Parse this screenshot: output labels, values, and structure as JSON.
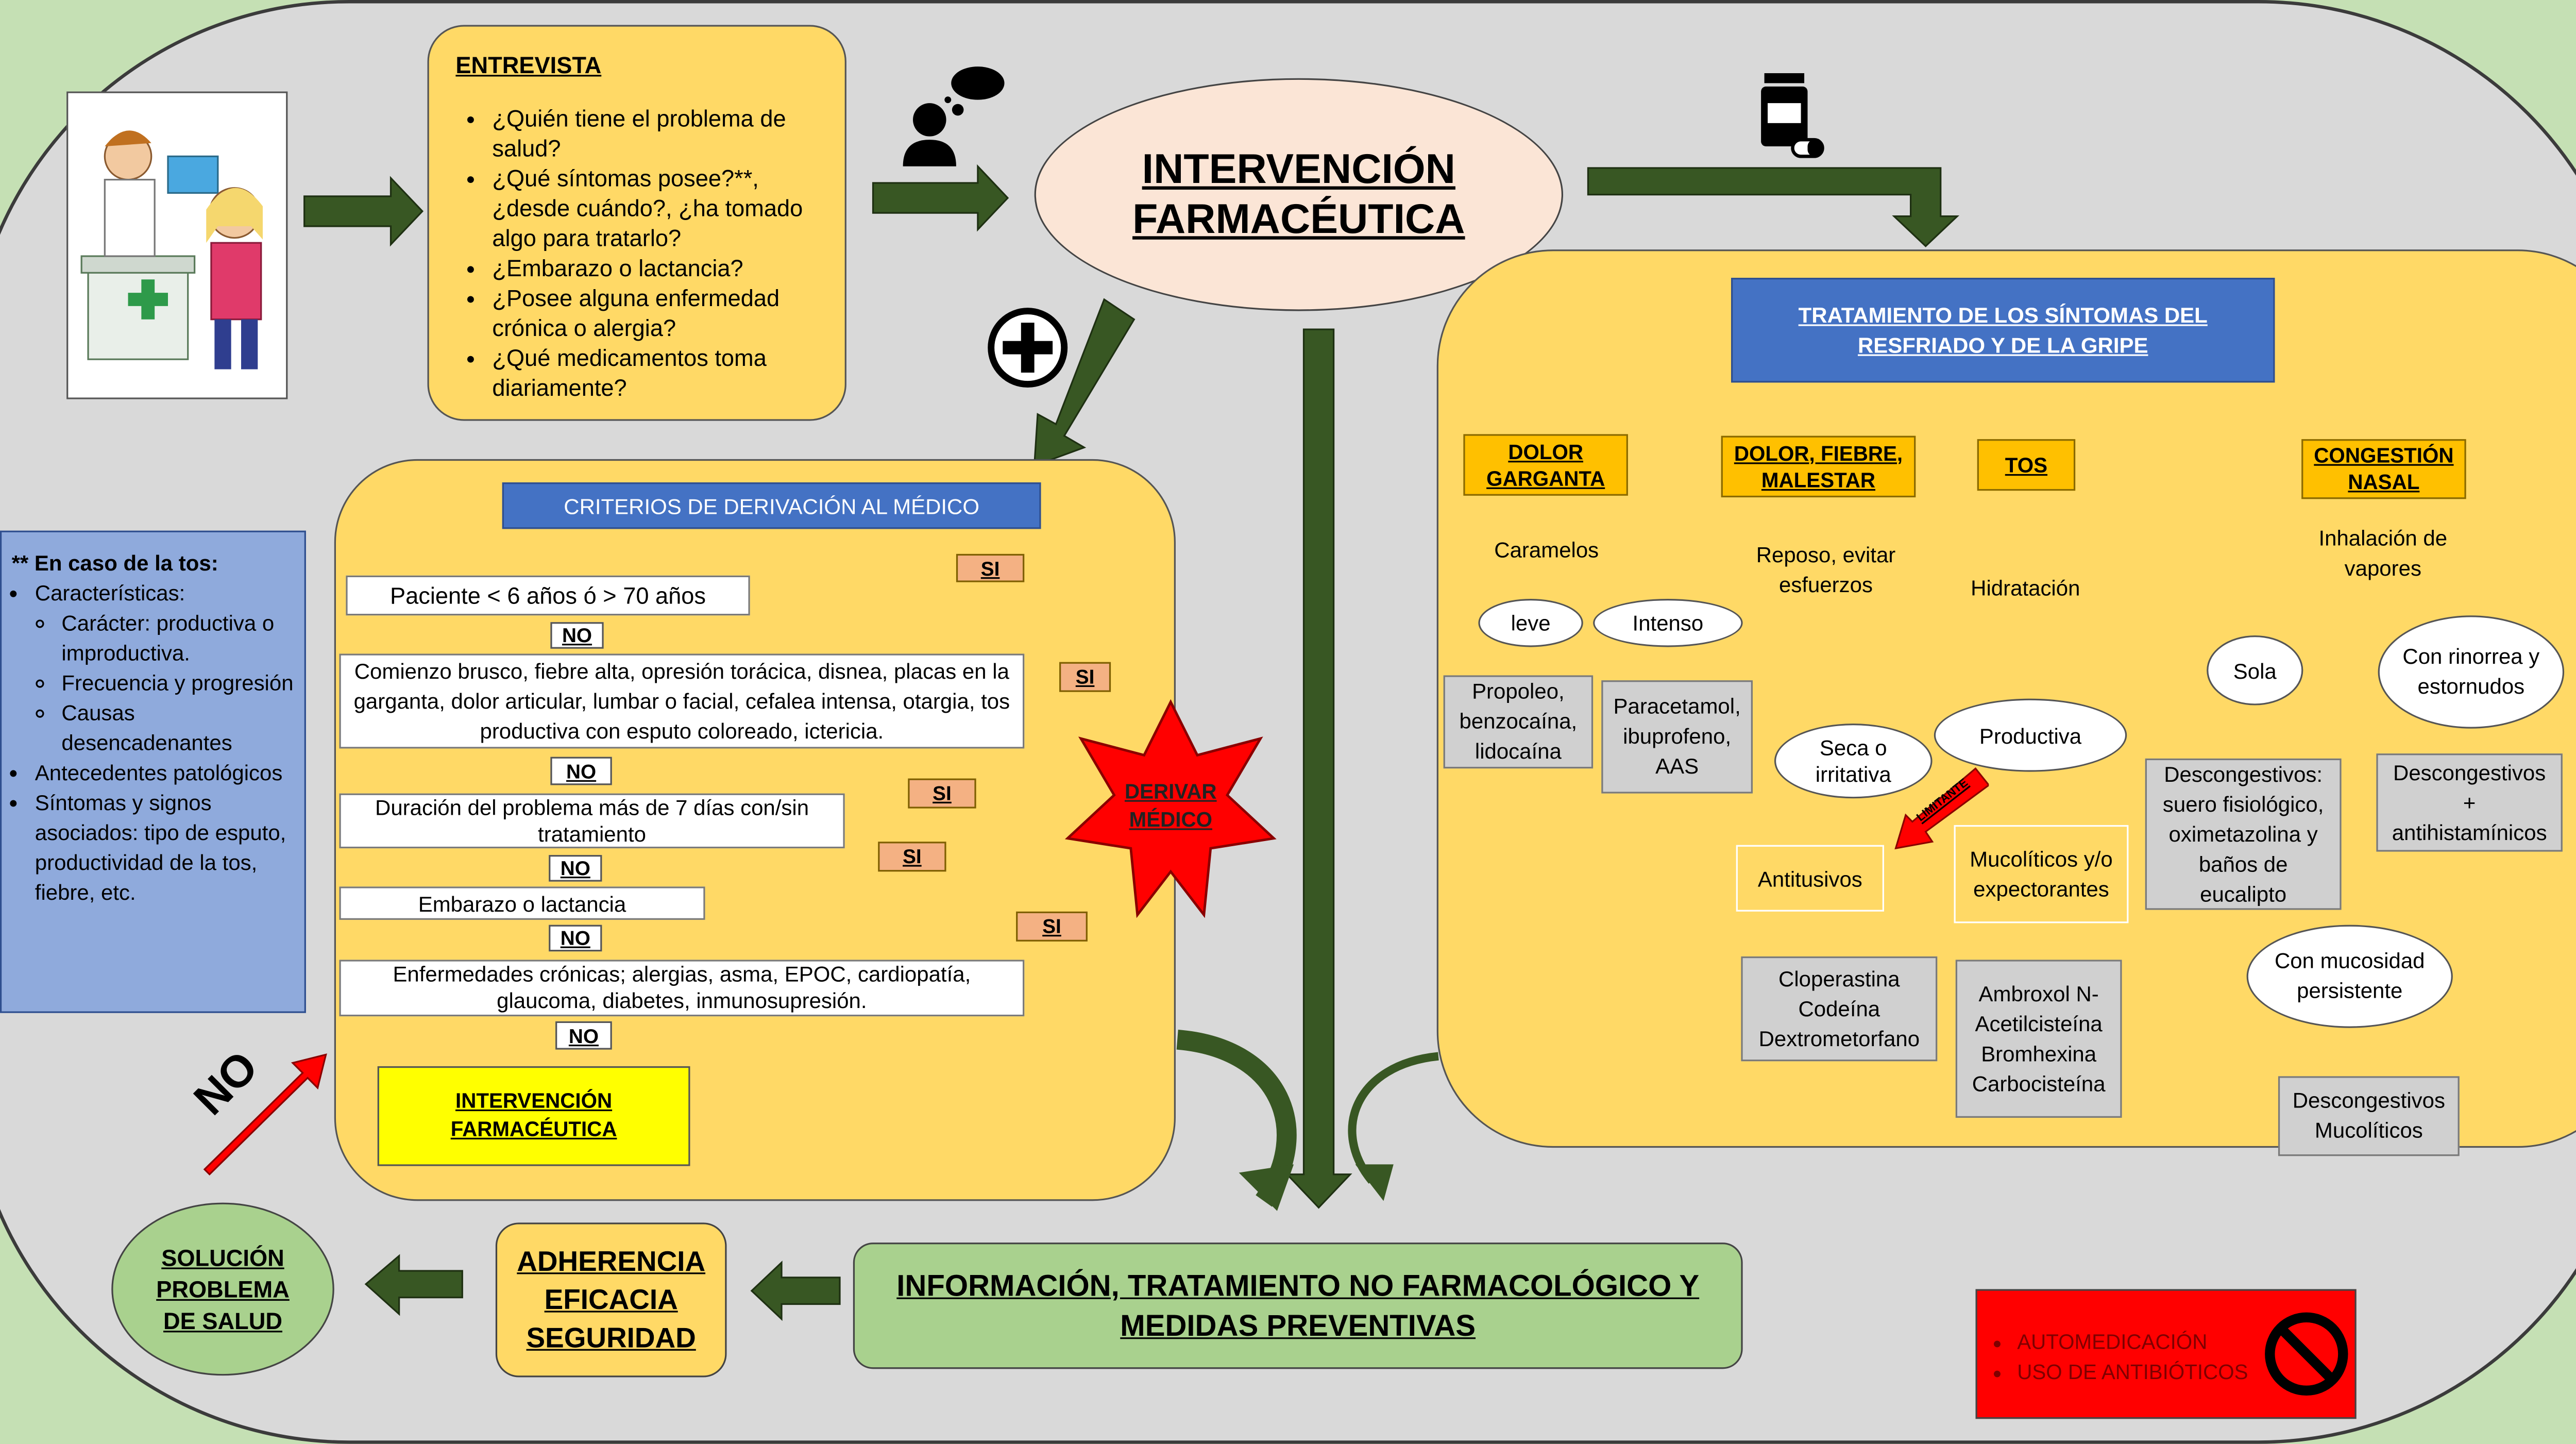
{
  "interview": {
    "title": "ENTREVISTA",
    "questions": [
      "¿Quién tiene el problema de salud?",
      "¿Qué síntomas posee?**, ¿desde cuándo?, ¿ha tomado algo para tratarlo?",
      "¿Embarazo o lactancia?",
      "¿Posee alguna enfermedad crónica o alergia?",
      "¿Qué medicamentos toma diariamente?"
    ]
  },
  "center_title": "INTERVENCIÓN FARMACÉUTICA",
  "cough_note": {
    "title": "** En caso de la tos:",
    "characteristics": "Características:",
    "character": "Carácter: productiva o improductiva.",
    "frequency": "Frecuencia y progresión",
    "causes": "Causas desencadenantes",
    "history": "Antecedentes patológicos",
    "signs": "Síntomas y signos asociados: tipo de esputo, productividad de la tos, fiebre, etc."
  },
  "referral": {
    "title": "CRITERIOS DE DERIVACIÓN AL MÉDICO",
    "criteria": [
      "Paciente  < 6 años  ó  > 70 años",
      "Comienzo brusco, fiebre alta, opresión torácica, disnea, placas en la garganta, dolor articular, lumbar o facial, cefalea  intensa, otargia, tos productiva con esputo coloreado, ictericia.",
      "Duración del problema más de 7 días con/sin tratamiento",
      "Embarazo o lactancia",
      "Enfermedades crónicas; alergias, asma, EPOC, cardiopatía, glaucoma, diabetes, inmunosupresión."
    ],
    "yes": "SI",
    "no": "NO",
    "derive": "DERIVAR MÉDICO",
    "outcome": "INTERVENCIÓN FARMACÉUTICA"
  },
  "treatment": {
    "title": "TRATAMIENTO DE  LOS SÍNTOMAS DEL RESFRIADO Y DE LA GRIPE",
    "throat": {
      "label": "DOLOR GARGANTA",
      "step": "Caramelos",
      "mild": "leve",
      "intense": "Intenso",
      "mild_drugs": "Propoleo, benzocaína, lidocaína",
      "intense_drugs": "Paracetamol, ibuprofeno, AAS"
    },
    "pain": {
      "label": "DOLOR, FIEBRE, MALESTAR",
      "step": "Reposo, evitar esfuerzos"
    },
    "cough": {
      "label": "TOS",
      "step": "Hidratación",
      "dry": "Seca o irritativa",
      "productive": "Productiva",
      "limit": "LIMITANTE",
      "antitussive": "Antitusivos",
      "mucolytic": "Mucolíticos y/o expectorantes",
      "antitussive_drugs": "Cloperastina Codeína Dextrometorfano",
      "mucolytic_drugs": "Ambroxol N-Acetilcisteína Bromhexina Carbocisteína"
    },
    "congestion": {
      "label": "CONGESTIÓN NASAL",
      "step": "Inhalación de vapores",
      "alone": "Sola",
      "rhinorrhea": "Con rinorrea y estornudos",
      "mucus": "Con mucosidad persistente",
      "alone_drugs": "Descongestivos: suero fisiológico, oximetazolina y baños de eucalipto",
      "rhino_drugs": "Descongestivos + antihistamínicos",
      "mucus_drugs": "Descongestivos Mucolíticos"
    }
  },
  "info_box": "INFORMACIÓN, TRATAMIENTO NO FARMACOLÓGICO Y MEDIDAS PREVENTIVAS",
  "adherence": [
    "ADHERENCIA",
    "EFICACIA",
    "SEGURIDAD"
  ],
  "solution": "SOLUCIÓN PROBLEMA DE SALUD",
  "no_label": "NO",
  "warning": [
    "AUTOMEDICACIÓN",
    "USO DE ANTIBIÓTICOS"
  ],
  "colors": {
    "page_bg": "#c5e0b4",
    "main_panel": "#d9d9d9",
    "yellow_panel": "#ffd966",
    "blue_header": "#4472c4",
    "arrow_green": "#385723",
    "star_red": "#ff0000",
    "info_green": "#a9d18e",
    "note_blue": "#8faadc"
  },
  "icons": [
    "person-thinking-icon",
    "pill-bottle-icon",
    "plus-circle-icon",
    "no-sign-icon"
  ]
}
